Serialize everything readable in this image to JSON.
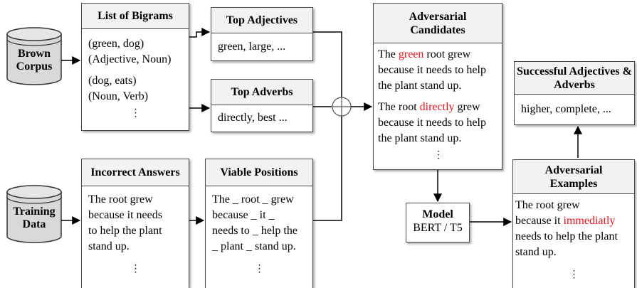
{
  "sources": {
    "brown_corpus": [
      "Brown",
      "Corpus"
    ],
    "training_data": [
      "Training",
      "Data"
    ]
  },
  "bigrams": {
    "title": "List of Bigrams",
    "lines": [
      "(green, dog)",
      "(Adjective, Noun)",
      "(dog, eats)",
      "(Noun, Verb)"
    ],
    "ellipsis": "⋮"
  },
  "top_adjectives": {
    "title": "Top Adjectives",
    "text": "green, large, ..."
  },
  "top_adverbs": {
    "title": "Top Adverbs",
    "text": "directly, best ..."
  },
  "incorrect_answers": {
    "title": "Incorrect Answers",
    "lines": [
      "The root grew",
      "because it needs",
      "to help the plant",
      "stand up."
    ],
    "ellipsis": "⋮"
  },
  "viable_positions": {
    "title": "Viable Positions",
    "lines": [
      "The _ root _ grew",
      "because _ it _",
      "needs to _ help the",
      "_ plant _ stand up."
    ],
    "ellipsis": "⋮"
  },
  "candidates": {
    "title": "Adversarial Candidates",
    "ex1": {
      "pre": "The ",
      "word": "green",
      "post": " root grew",
      "rest": [
        "because it needs to help",
        "the plant stand up."
      ]
    },
    "ex2": {
      "pre": "The root ",
      "word": "directly",
      "post": " grew",
      "rest": [
        "because it needs to help",
        "the plant stand up."
      ]
    },
    "ellipsis": "⋮"
  },
  "model": {
    "title": "Model",
    "subtitle": "BERT / T5"
  },
  "successful": {
    "title": "Successful Adjectives & Adverbs",
    "text": "higher, complete, ..."
  },
  "examples": {
    "title": "Adversarial Examples",
    "line1": "The root grew",
    "line2_pre": "because it ",
    "line2_word": "immediatly",
    "rest": [
      "needs to help the plant",
      "stand up."
    ],
    "ellipsis": "⋮"
  },
  "colors": {
    "highlight": "#e8141b",
    "header_fill": "#f2f2f2",
    "cylinder_fill": "#d9d9d9"
  }
}
